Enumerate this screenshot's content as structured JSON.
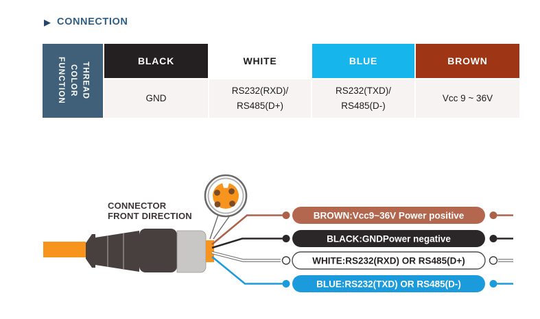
{
  "title": {
    "label": "CONNECTION",
    "arrow_icon": "play-triangle"
  },
  "table": {
    "corner_header": "THREAD\nCOLOR\nFUNCTION",
    "columns": [
      {
        "name": "BLACK",
        "function": "GND",
        "header_bg": "#242021",
        "header_fg": "#ffffff"
      },
      {
        "name": "WHITE",
        "function": "RS232(RXD)/\nRS485(D+)",
        "header_bg": "#ffffff",
        "header_fg": "#1c1c1c"
      },
      {
        "name": "BLUE",
        "function": "RS232(TXD)/\nRS485(D-)",
        "header_bg": "#16b5ec",
        "header_fg": "#ffffff"
      },
      {
        "name": "BROWN",
        "function": "Vcc 9 ~ 36V",
        "header_bg": "#9e3514",
        "header_fg": "#ffffff"
      }
    ],
    "function_row_bg": "#f7f3f3",
    "corner_bg": "#3f6078"
  },
  "diagram": {
    "connector_label_line1": "CONNECTOR",
    "connector_label_line2": "FRONT DIRECTION",
    "cable_color": "#f7941e",
    "connector_body_color": "#47403f",
    "metal_ring_color": "#c8c7c5",
    "pin_color": "#7b4a27",
    "wires": [
      {
        "name": "BROWN",
        "label": "BROWN:Vcc9~36V Power positive",
        "color": "#ab614a",
        "pill_fill": "#b2674e",
        "text_color": "#ffffff"
      },
      {
        "name": "BLACK",
        "label": "BLACK:GNDPower negative",
        "color": "#2b2627",
        "pill_fill": "#2b2627",
        "text_color": "#ffffff"
      },
      {
        "name": "WHITE",
        "label": "WHITE:RS232(RXD) OR RS485(D+)",
        "color": "#6e6e6e",
        "pill_fill": "#ffffff",
        "text_color": "#231f20"
      },
      {
        "name": "BLUE",
        "label": "BLUE:RS232(TXD) OR RS485(D-)",
        "color": "#1b9bdb",
        "pill_fill": "#1b9bdb",
        "text_color": "#ffffff"
      }
    ]
  },
  "colors": {
    "title_text": "#2e5f86",
    "title_arrow": "#24466b",
    "page_bg": "#ffffff"
  }
}
